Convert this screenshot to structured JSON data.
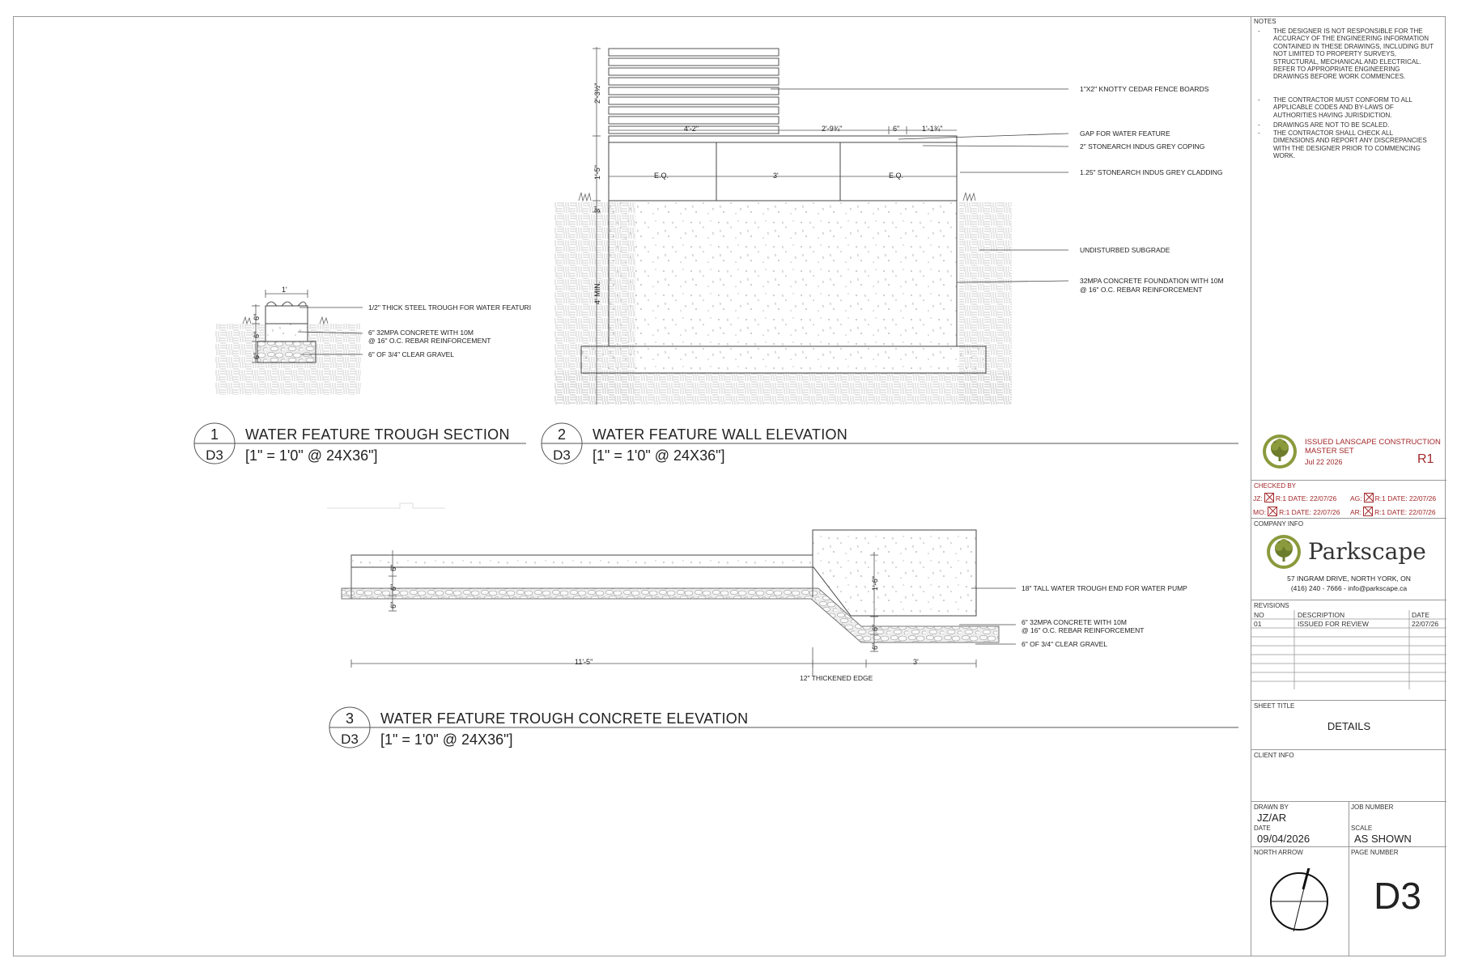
{
  "notes": {
    "header": "NOTES",
    "items": [
      {
        "dash": "-",
        "text": "THE DESIGNER IS NOT RESPONSIBLE FOR THE ACCURACY OF THE ENGINEERING INFORMATION CONTAINED IN THESE DRAWINGS, INCLUDING BUT NOT LIMITED TO PROPERTY SURVEYS, STRUCTURAL, MECHANICAL AND ELECTRICAL. REFER TO APPROPRIATE ENGINEERING DRAWINGS BEFORE WORK COMMENCES."
      },
      {
        "dash": "-",
        "text": "THE CONTRACTOR MUST CONFORM TO ALL APPLICABLE CODES AND BY-LAWS OF AUTHORITIES HAVING JURISDICTION."
      },
      {
        "dash": "-",
        "text": "DRAWINGS ARE NOT TO BE SCALED."
      },
      {
        "dash": "-",
        "text": "THE CONTRACTOR SHALL CHECK ALL DIMENSIONS AND REPORT ANY DISCREPANCIES WITH THE DESIGNER PRIOR TO COMMENCING WORK."
      }
    ]
  },
  "stamp": {
    "line1": "ISSUED LANSCAPE CONSTRUCTION",
    "line2": "MASTER SET",
    "date": "Jul 22 2026",
    "revision": "R1"
  },
  "checked_by": {
    "header": "CHECKED BY",
    "rows": [
      {
        "left_init": "JZ:",
        "left_text": "R:1 DATE: 22/07/26",
        "right_init": "AG:",
        "right_text": "R:1 DATE: 22/07/26"
      },
      {
        "left_init": "MO:",
        "left_text": "R:1 DATE: 22/07/26",
        "right_init": "AR:",
        "right_text": "R:1 DATE: 22/07/26"
      }
    ]
  },
  "company": {
    "header": "COMPANY INFO",
    "name": "Parkscape",
    "address": "57 INGRAM DRIVE, NORTH YORK, ON",
    "contact": "(416) 240 - 7666  -  info@parkscape.ca"
  },
  "revisions": {
    "header": "REVISIONS",
    "col_no": "NO",
    "col_desc": "DESCRIPTION",
    "col_date": "DATE",
    "rows": [
      {
        "no": "01",
        "desc": "ISSUED FOR REVIEW",
        "date": "22/07/26"
      }
    ]
  },
  "sheet_title": {
    "header": "SHEET TITLE",
    "value": "DETAILS"
  },
  "client_info": {
    "header": "CLIENT INFO"
  },
  "drawn_by": {
    "header": "DRAWN BY",
    "value": "JZ/AR"
  },
  "job_number": {
    "header": "JOB NUMBER"
  },
  "date": {
    "header": "DATE",
    "value": "09/04/2026"
  },
  "scale": {
    "header": "SCALE",
    "value": "AS SHOWN"
  },
  "north_arrow": {
    "header": "NORTH ARROW"
  },
  "page_number": {
    "header": "PAGE NUMBER",
    "value": "D3"
  },
  "detail1": {
    "number": "1",
    "sheet": "D3",
    "title": "WATER FEATURE TROUGH SECTION",
    "scale": "[1\" = 1'0\" @ 24X36\"]",
    "dims": {
      "width": "1'",
      "d1": "6\"",
      "d2": "6\"",
      "d3": "6\""
    },
    "labels": [
      "1/2\" THICK STEEL TROUGH FOR WATER FEATURI",
      "6\" 32MPa CONCRETE WITH 10M",
      "@ 16\" O.C. REBAR REINFORCEMENT",
      "6\" OF 3/4\" CLEAR GRAVEL"
    ]
  },
  "detail2": {
    "number": "2",
    "sheet": "D3",
    "title": "WATER FEATURE WALL ELEVATION",
    "scale": "[1\" = 1'0\" @ 24X36\"]",
    "dims": {
      "fence_h": "2'-3½\"",
      "w1": "4'-2\"",
      "w2": "2'-9¾\"",
      "w3": "6\"",
      "w4": "1'-1¾\"",
      "wall_h": "1'-5\"",
      "eq1": "E.Q.",
      "mid": "3'",
      "eq2": "E.Q.",
      "d3": "3\"",
      "found": "4' MIN."
    },
    "labels": [
      "1\"x2\" KNOTTY CEDAR FENCE BOARDS",
      "GAP FOR WATER FEATURE",
      "2\" STONEARCH INDUS GREY COPING",
      "1.25\" STONEARCH INDUS GREY CLADDING",
      "UNDISTURBED SUBGRADE",
      "32MPa CONCRETE FOUNDATION WITH 10M",
      "@ 16\" O.C. REBAR REINFORCEMENT"
    ]
  },
  "detail3": {
    "number": "3",
    "sheet": "D3",
    "title": "WATER FEATURE TROUGH CONCRETE ELEVATION",
    "scale": "[1\" = 1'0\" @ 24X36\"]",
    "dims": {
      "v1": "6\"",
      "v2": "6\"",
      "v3": "6\"",
      "h_right": "1'-6\"",
      "v4": "6\"",
      "v5": "6\"",
      "len": "11'-5\"",
      "end": "3'"
    },
    "labels": [
      "18\" TALL WATER TROUGH END FOR WATER PUMP",
      "6\" 32MPa CONCRETE WITH 10M",
      "@ 16\" O.C. REBAR REINFORCEMENT",
      "6\" OF 3/4\" CLEAR GRAVEL",
      "12\" THICKENED EDGE"
    ]
  }
}
